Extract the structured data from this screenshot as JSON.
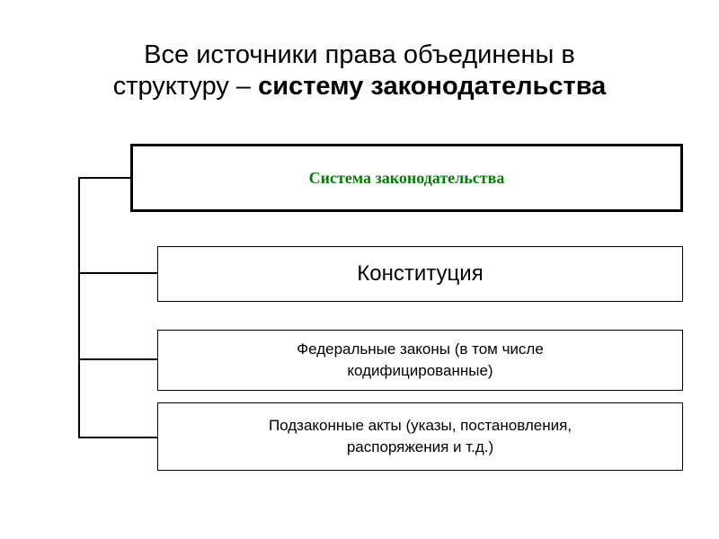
{
  "slide_title": {
    "line1": "Все источники права объединены в",
    "line2_prefix": "структуру – ",
    "line2_bold": "систему законодательства"
  },
  "diagram": {
    "header": {
      "label": "Система законодательства",
      "text_color": "#008000"
    },
    "items": [
      {
        "name": "konstituciya",
        "lines": [
          "Конституция"
        ]
      },
      {
        "name": "federalnye-zakony",
        "lines": [
          "Федеральные законы (в том числе",
          "кодифицированные)"
        ]
      },
      {
        "name": "podzakonnye-akty",
        "lines": [
          "Подзаконные акты (указы, постановления,",
          "распоряжения и т.д.)"
        ]
      }
    ]
  },
  "colors": {
    "header_text": "#008000",
    "border": "#000000",
    "background": "#ffffff"
  }
}
